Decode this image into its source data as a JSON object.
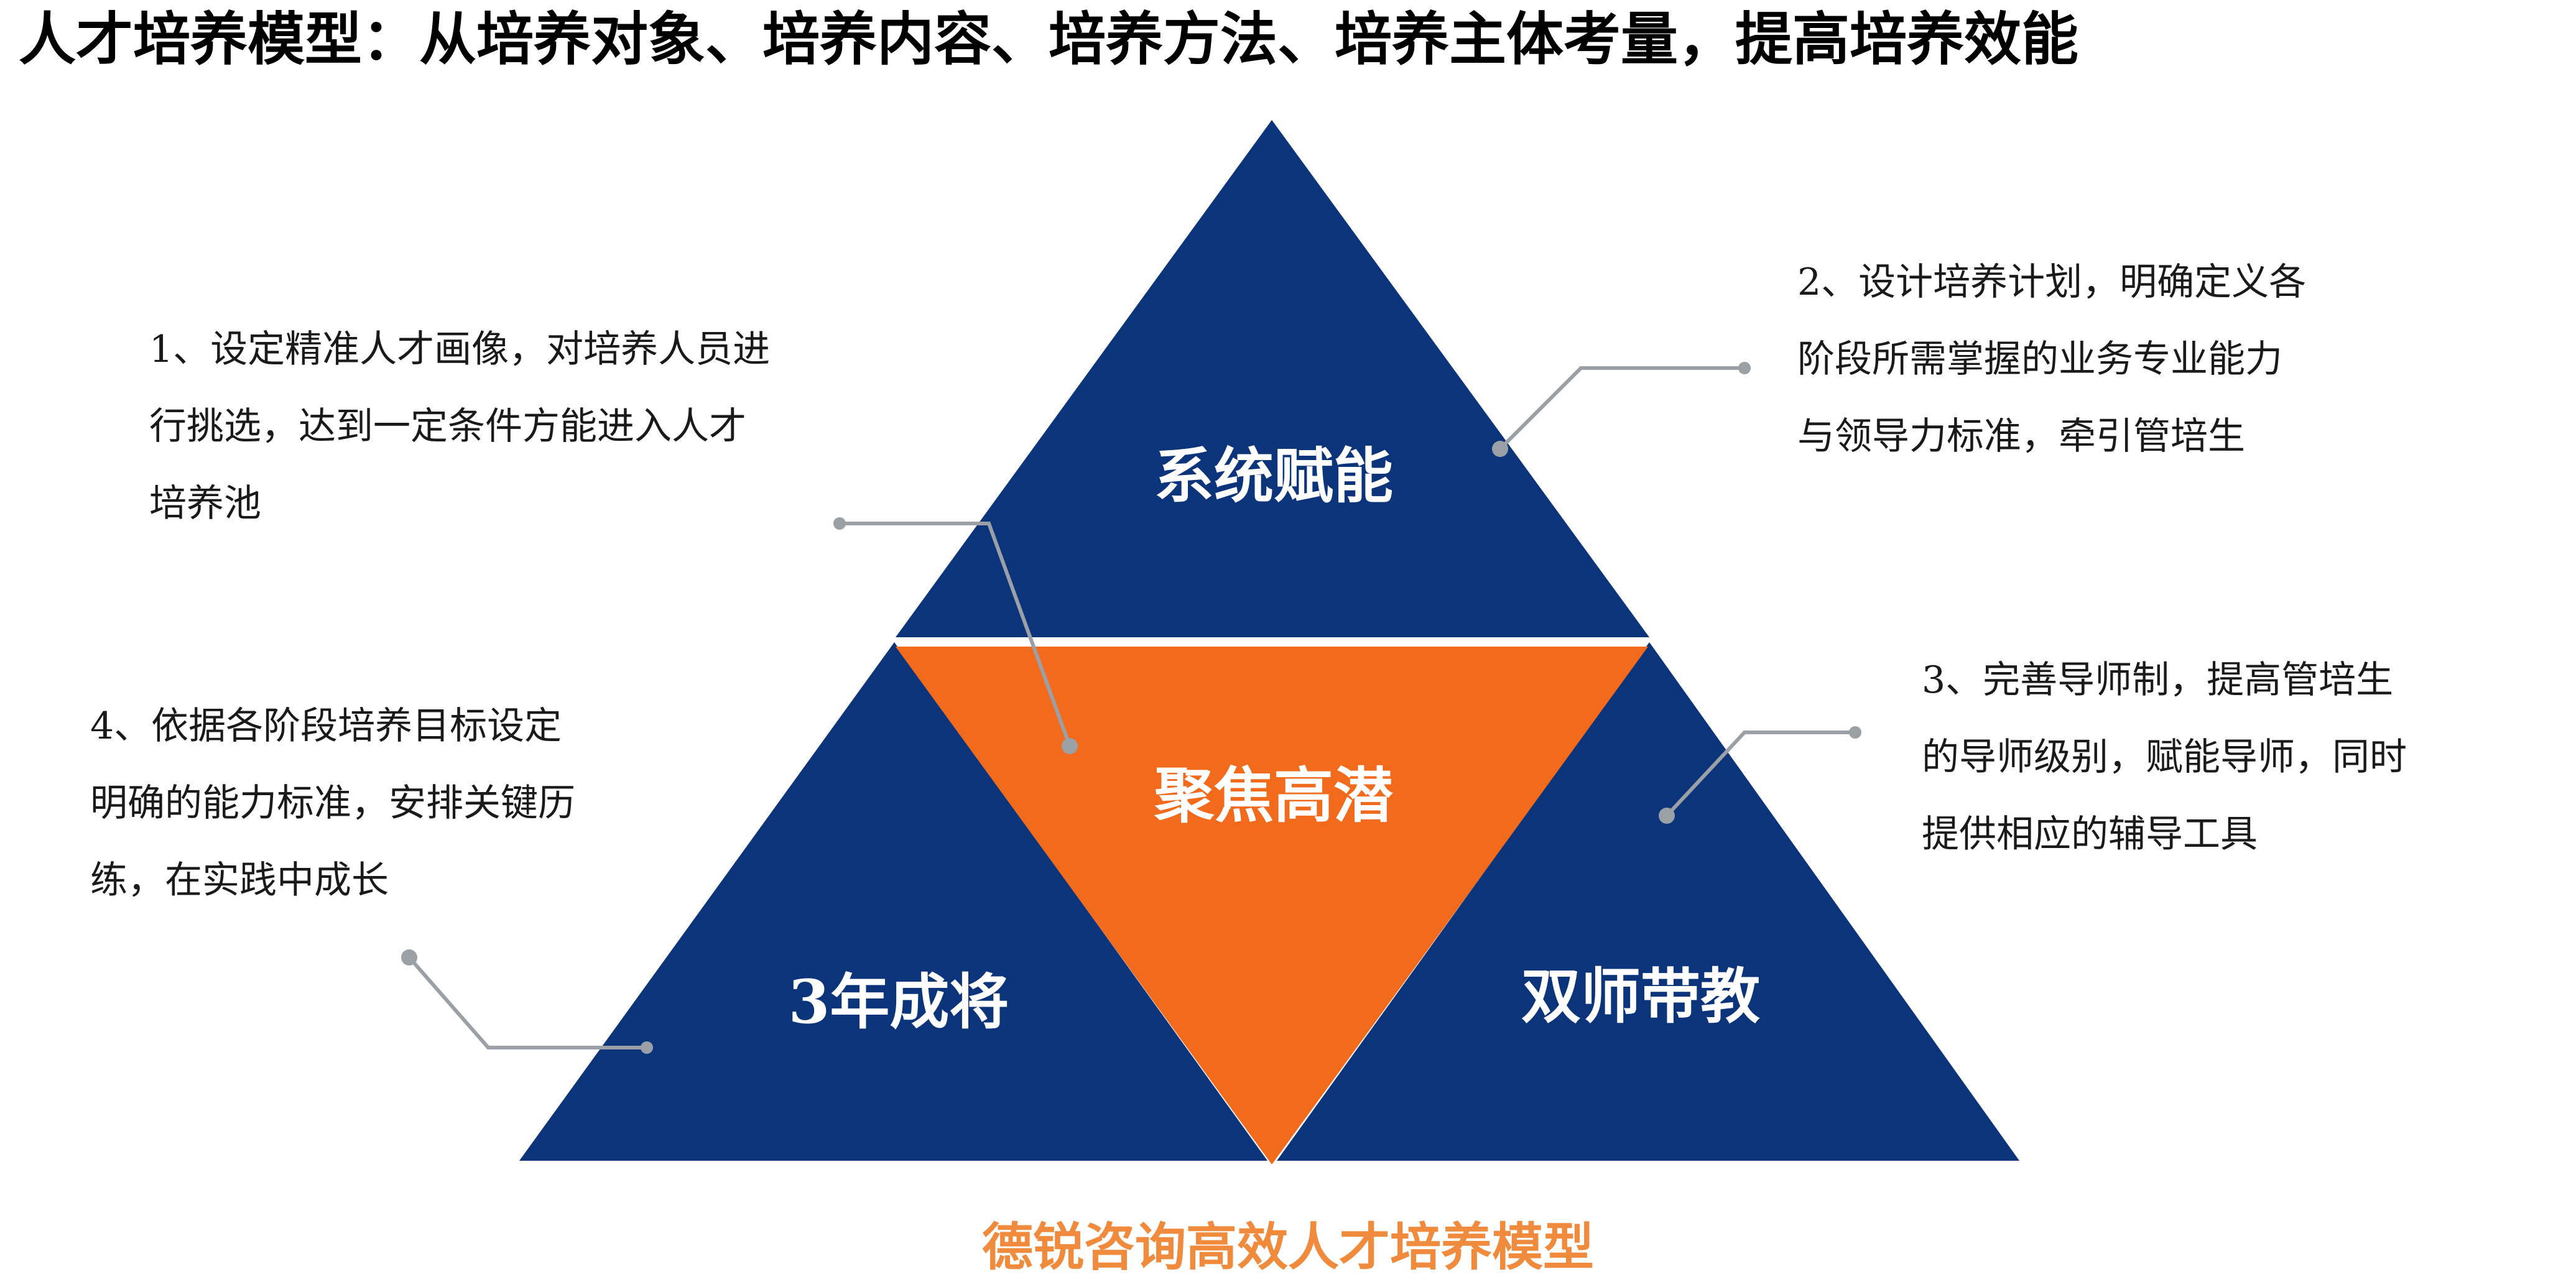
{
  "title": "人才培养模型：从培养对象、培养内容、培养方法、培养主体考量，提高培养效能",
  "segments": {
    "top": "系统赋能",
    "center": "聚焦高潜",
    "left": "3年成将",
    "right": "双师带教"
  },
  "notes": {
    "note1": [
      "1、设定精准人才画像，对培养人员进",
      "行挑选，达到一定条件方能进入人才",
      "培养池"
    ],
    "note2": [
      "2、设计培养计划，明确定义各",
      "阶段所需掌握的业务专业能力",
      "与领导力标准，牵引管培生"
    ],
    "note3": [
      "3、完善导师制，提高管培生",
      "的导师级别，赋能导师，同时",
      "提供相应的辅导工具"
    ],
    "note4": [
      "4、依据各阶段培养目标设定",
      "明确的能力标准，安排关键历",
      "练，在实践中成长"
    ]
  },
  "footer": "德锐咨询高效人才培养模型",
  "colors": {
    "navy": "#0b347b",
    "orange": "#f26b1d",
    "footer": "#f08a3c",
    "connector": "#9aa0a6"
  }
}
